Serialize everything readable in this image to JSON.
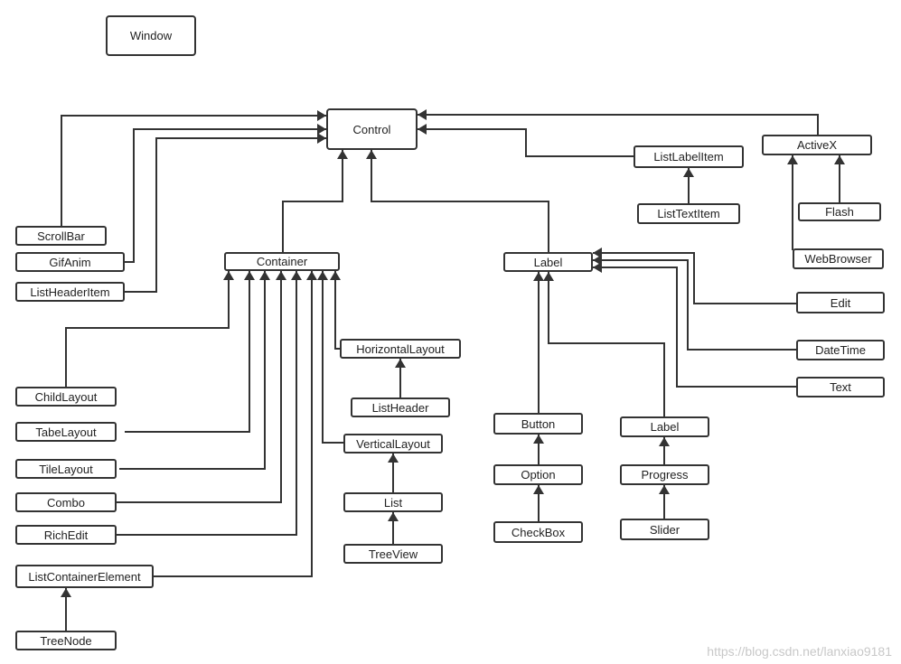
{
  "nodes": {
    "window": "Window",
    "control": "Control",
    "scrollbar": "ScrollBar",
    "gifanim": "GifAnim",
    "listheaderitem": "ListHeaderItem",
    "container": "Container",
    "childlayout": "ChildLayout",
    "tabelayout": "TabeLayout",
    "tilelayout": "TileLayout",
    "combo": "Combo",
    "richedit": "RichEdit",
    "listcontainerelement": "ListContainerElement",
    "treenode": "TreeNode",
    "horizontallayout": "HorizontalLayout",
    "listheader": "ListHeader",
    "verticallayout": "VerticalLayout",
    "list": "List",
    "treeview": "TreeView",
    "label": "Label",
    "button": "Button",
    "option": "Option",
    "checkbox": "CheckBox",
    "label2": "Label",
    "progress": "Progress",
    "slider": "Slider",
    "edit": "Edit",
    "datetime": "DateTime",
    "text": "Text",
    "listlabelitem": "ListLabelItem",
    "listtextitem": "ListTextItem",
    "activex": "ActiveX",
    "flash": "Flash",
    "webbrowser": "WebBrowser"
  },
  "watermark": "https://blog.csdn.net/lanxiao9181"
}
